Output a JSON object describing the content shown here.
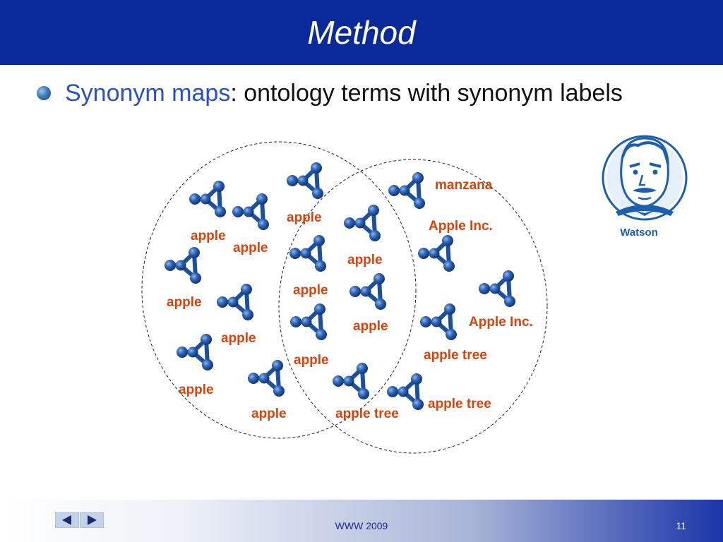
{
  "slide": {
    "title": "Method",
    "bullet_highlight": "Synonym maps",
    "bullet_rest": ": ontology terms with synonym labels"
  },
  "diagram": {
    "labels": [
      "manzana",
      "apple",
      "Apple Inc.",
      "apple",
      "apple",
      "apple",
      "apple",
      "apple",
      "Apple Inc.",
      "apple",
      "apple",
      "apple tree",
      "apple",
      "apple",
      "apple",
      "apple tree"
    ],
    "watson_caption": "Watson"
  },
  "footer": {
    "conference": "WWW 2009",
    "page_number": "11"
  },
  "icons": {
    "bullet": "sphere-bullet-icon",
    "node": "ontology-node-icon",
    "prev": "prev-arrow-icon",
    "next": "next-arrow-icon",
    "watson": "watson-portrait-icon"
  },
  "colors": {
    "header": "#0a2a9a",
    "label": "#d9430c",
    "node": "#1c4f9c",
    "highlight": "#2a4fc9"
  }
}
